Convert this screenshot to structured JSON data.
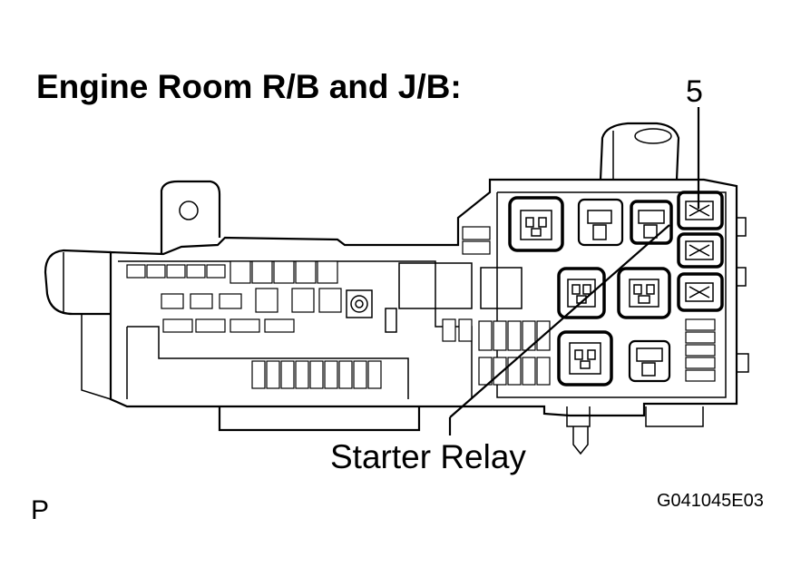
{
  "title": "Engine Room R/B and J/B:",
  "callouts": {
    "number_label": "5",
    "relay_label": "Starter Relay"
  },
  "corner_marks": {
    "left": "P",
    "figure_id": "G041045E03"
  }
}
